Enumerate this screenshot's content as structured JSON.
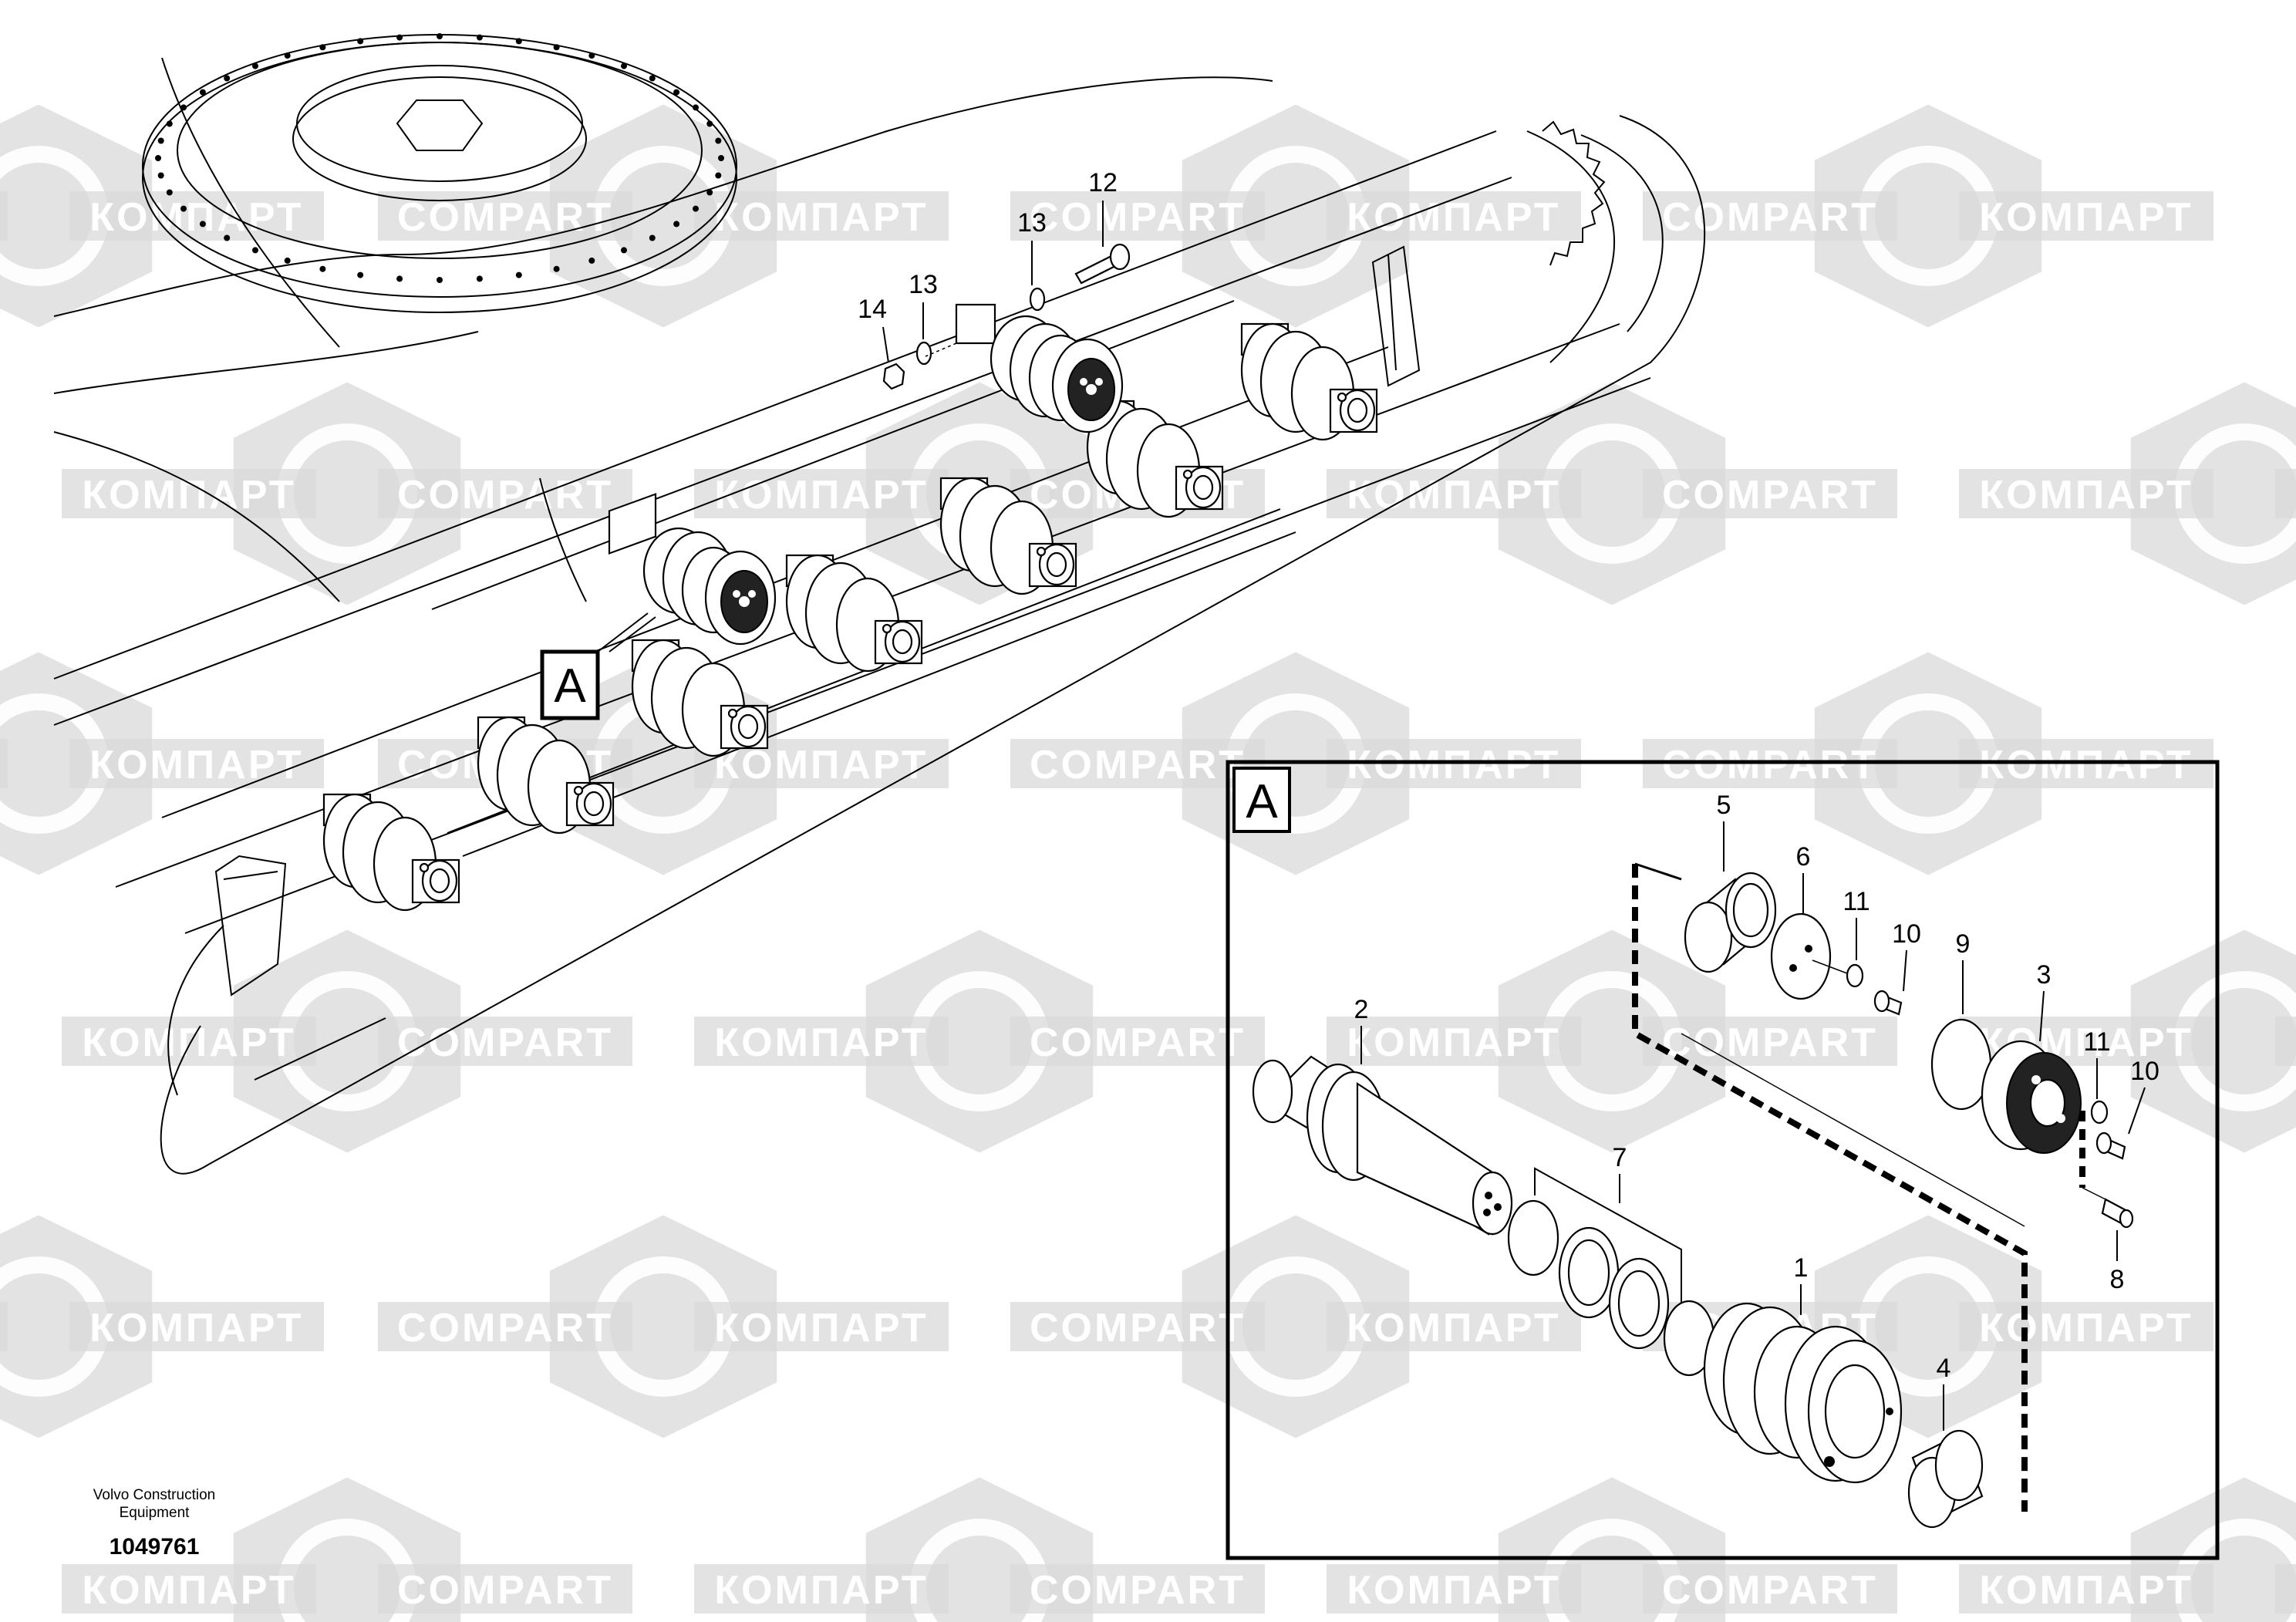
{
  "diagram": {
    "detail_label": "A",
    "main_callouts": [
      "12",
      "13",
      "13",
      "14"
    ],
    "detail_callouts": [
      "1",
      "2",
      "3",
      "4",
      "5",
      "6",
      "7",
      "8",
      "9",
      "10",
      "10",
      "11",
      "11"
    ],
    "footer": {
      "publisher_line1": "Volvo Construction",
      "publisher_line2": "Equipment",
      "drawing_number": "1049761"
    },
    "watermark": {
      "latin": "COMPART",
      "cyrillic": "КОМПАРТ",
      "color": "#d9d9d9"
    }
  }
}
